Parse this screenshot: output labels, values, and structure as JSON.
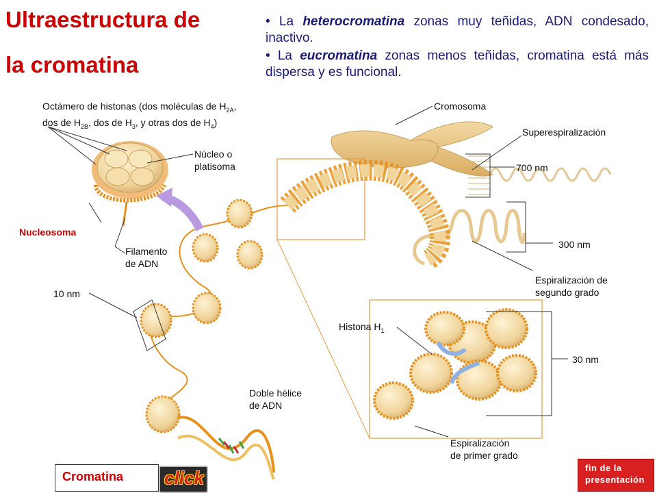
{
  "title_line1": "Ultraestructura de",
  "title_line2": "la cromatina",
  "bullets": [
    {
      "prefix": "• La ",
      "term": "heterocromatina",
      "text": " zonas muy teñidas, ADN condesado,  inactivo."
    },
    {
      "prefix": "• La ",
      "term": "eucromatina",
      "text": " zonas menos teñidas, cromatina está más dispersa y es funcional."
    }
  ],
  "labels": {
    "octamero_line1_a": "Octámero de histonas (dos moléculas de H",
    "octamero_line1_sub": "2A",
    "octamero_line1_b": ",",
    "octamero_line2_a": "dos de H",
    "octamero_line2_sub1": "2B",
    "octamero_line2_b": ", dos de H",
    "octamero_line2_sub2": "3",
    "octamero_line2_c": ", y otras dos de H",
    "octamero_line2_sub3": "4",
    "octamero_line2_d": ")",
    "nucleo_line1": "Núcleo o",
    "nucleo_line2": "platisoma",
    "nucleosoma": "Nucleosoma",
    "filamento_line1": "Filamento",
    "filamento_line2": "de ADN",
    "ten_nm": "10 nm",
    "doble_line1": "Doble hélice",
    "doble_line2": "de ADN",
    "cromosoma": "Cromosoma",
    "superespiralizacion": "Superespiralización",
    "seven_hundred_nm": "700 nm",
    "three_hundred_nm": "300 nm",
    "espiral2_line1": "Espiralización de",
    "espiral2_line2": "segundo grado",
    "histona_a": "Histona H",
    "histona_sub": "1",
    "thirty_nm": "30 nm",
    "espiral1_line1": "Espiralización",
    "espiral1_line2": "de primer grado"
  },
  "buttons": {
    "cromatina": "Cromatina",
    "click": "click",
    "fin_line1": "fin de la",
    "fin_line2": "presentación"
  },
  "colors": {
    "title": "#cc0000",
    "bullet_text": "#1a1a7a",
    "nucleosome_fill": "#f2d9a0",
    "dna_orange": "#e8901c",
    "frame_orange": "#e69a40",
    "arrow_purple": "#b99ae0"
  }
}
